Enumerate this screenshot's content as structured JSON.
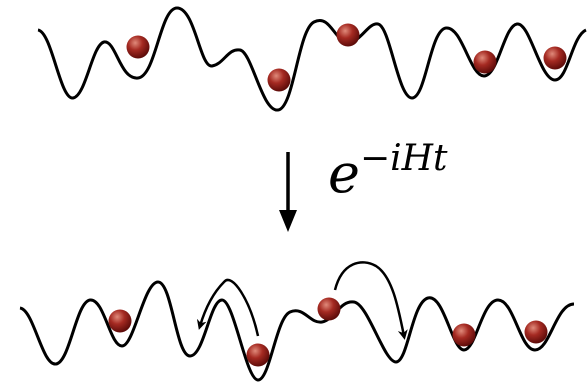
{
  "operator": {
    "base": "e",
    "exponent": "−iHt"
  },
  "colors": {
    "line": "#000000",
    "particle_dark": "#5a0a08",
    "particle_mid": "#a52a22",
    "particle_light": "#e08a7a",
    "background": "#ffffff"
  },
  "panels": [
    {
      "name": "initial-state",
      "wells": 9,
      "occupied_wells": [
        2,
        4,
        5,
        7,
        8
      ]
    },
    {
      "name": "evolved-state",
      "wells": 9,
      "occupied_wells": [
        2,
        4,
        5,
        7,
        8
      ],
      "hops": [
        {
          "from_well": 4,
          "to_well": 3
        },
        {
          "from_well": 5,
          "to_well": 6
        }
      ]
    }
  ]
}
